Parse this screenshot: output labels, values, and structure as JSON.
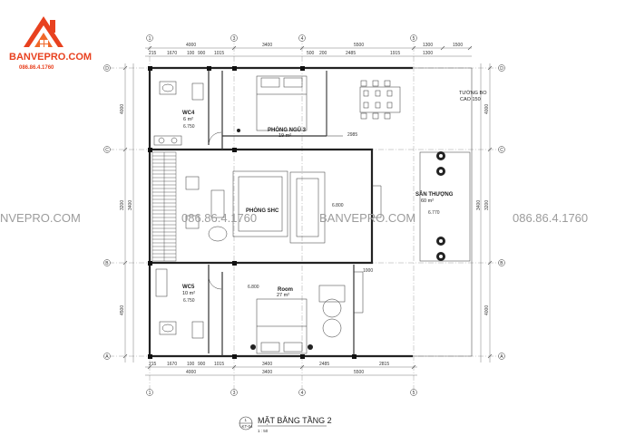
{
  "logo": {
    "name": "BANVEPRO.COM",
    "phone": "086.86.4.1760",
    "brand_color": "#e8411f"
  },
  "watermark": {
    "left": "NVEPRO.COM",
    "left_phone": "086.86.4.1760",
    "center": "BANVEPRO.COM",
    "right_phone": "086.86.4.1760",
    "color": "#9c9c9c"
  },
  "dims_top_outer": [
    "4000",
    "3400",
    "5500",
    "1300",
    "1500"
  ],
  "dims_top_inner": [
    "215",
    "1670",
    "100",
    "900",
    "1015",
    "500",
    "200",
    "2485",
    "1915",
    "1300"
  ],
  "dims_bottom_inner": [
    "215",
    "1670",
    "100",
    "900",
    "1015",
    "3400",
    "2485",
    "2815"
  ],
  "dims_bottom_outer": [
    "4000",
    "3400",
    "5500"
  ],
  "dims_right": [
    "4000",
    "3200",
    "3400",
    "4000"
  ],
  "dims_left": [
    "4000",
    "3200",
    "3400",
    "4500"
  ],
  "grid_left": [
    "D",
    "C",
    "B",
    "A"
  ],
  "grid_right": [
    "D",
    "C",
    "B",
    "A"
  ],
  "grid_top": [
    "1",
    "3",
    "4",
    "5"
  ],
  "grid_bottom": [
    "1",
    "3",
    "4",
    "5"
  ],
  "rooms": {
    "wc4_name": "WC4",
    "wc4_area": "6 m²",
    "bed3_name": "PHÒNG NGỦ 3",
    "bed3_area": "19 m²",
    "worship_name": "PHÒNG SHC",
    "terrace_name": "SÂN THƯỢNG",
    "terrace_area": "60 m²",
    "wall_note_1": "TƯỜNG BO",
    "wall_note_2": "CAO 150",
    "wc5_name": "WC5",
    "wc5_area": "10 m²",
    "room_name": "Room",
    "room_area": "27 m²"
  },
  "levels": {
    "wc4": "6.750",
    "wc5": "6.750",
    "worship": "6.800",
    "terrace": "6.770",
    "room": "6.800"
  },
  "misc_dims": {
    "d2985": "2985",
    "d1000": "1000"
  },
  "title": {
    "number": "1",
    "sheet": "KT-04",
    "name": "MẶT BẰNG TẦNG 2",
    "scale": "1 : 50"
  }
}
